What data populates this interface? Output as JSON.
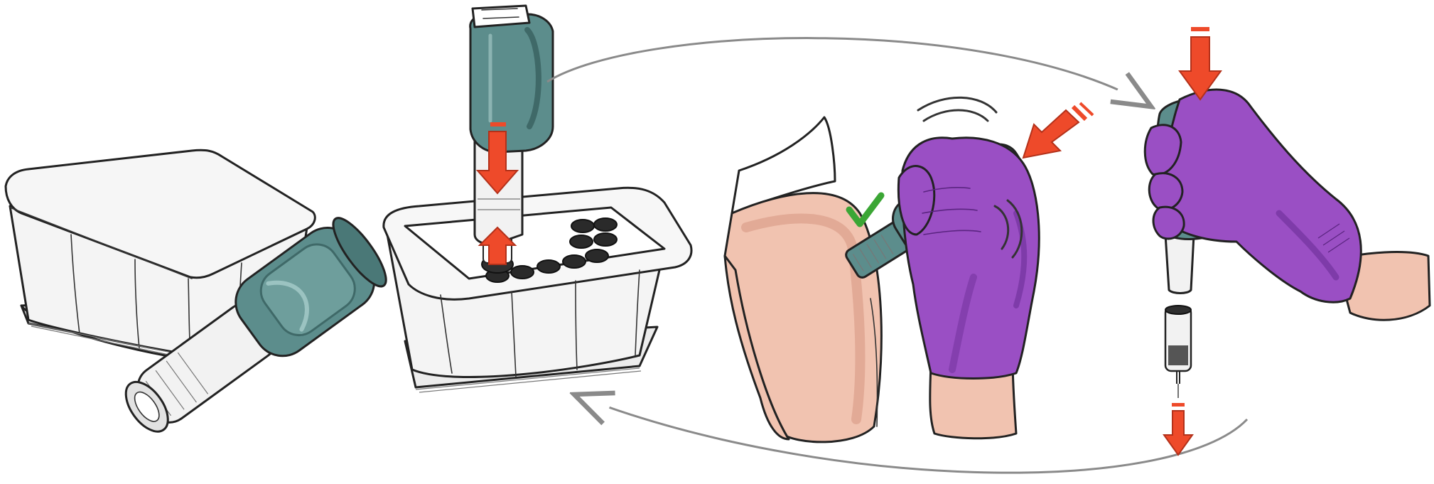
{
  "colors": {
    "device_teal": "#5c8d8c",
    "device_teal_dark": "#3f6968",
    "device_window": "#e8eaea",
    "arrow_red": "#ee4a2a",
    "glove_purple": "#9a4fc4",
    "glove_purple_dark": "#6d2f97",
    "skin": "#f1c3b0",
    "skin_dark": "#d99a85",
    "check_green": "#3ba635",
    "indicator_green": "#8fd14f",
    "box_fill": "#f4f4f4",
    "flow_line": "#8a8a8a"
  },
  "steps": [
    {
      "id": "storage",
      "icons": [
        "storage-box-icon",
        "autoinjector-icon"
      ]
    },
    {
      "id": "load",
      "icons": [
        "storage-box-icon",
        "autoinjector-icon",
        "push-down-arrow-icon",
        "cartridge-icon"
      ]
    },
    {
      "id": "inject",
      "icons": [
        "thigh-icon",
        "gloved-hand-icon",
        "autoinjector-icon",
        "press-arrow-icon",
        "check-mark-icon",
        "vibration-waves-icon"
      ]
    },
    {
      "id": "eject",
      "icons": [
        "gloved-hand-icon",
        "autoinjector-icon",
        "press-arrow-icon",
        "used-cartridge-icon",
        "down-arrow-icon"
      ]
    }
  ],
  "flow": [
    "load-to-eject-arrow-icon",
    "eject-to-load-arrow-icon"
  ]
}
